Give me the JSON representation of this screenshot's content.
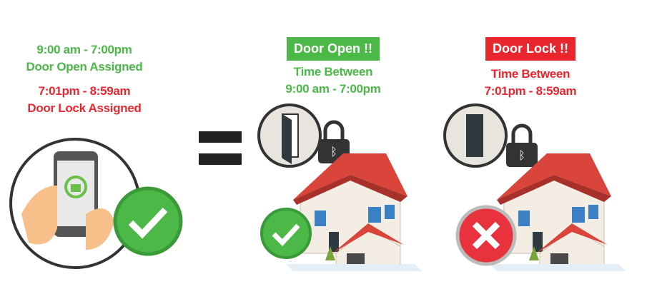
{
  "left": {
    "open_time": "9:00 am - 7:00pm",
    "open_label": "Door Open Assigned",
    "lock_time": "7:01pm - 8:59am",
    "lock_label": "Door Lock Assigned"
  },
  "open_panel": {
    "badge": "Door Open !!",
    "line1": "Time Between",
    "line2": "9:00 am - 7:00pm"
  },
  "lock_panel": {
    "badge": "Door Lock !!",
    "line1": "Time Between",
    "line2": "7:01pm - 8:59am"
  },
  "colors": {
    "green": "#4cb848",
    "red": "#e8262d",
    "roof": "#d9453b",
    "wall": "#f3ede3"
  }
}
